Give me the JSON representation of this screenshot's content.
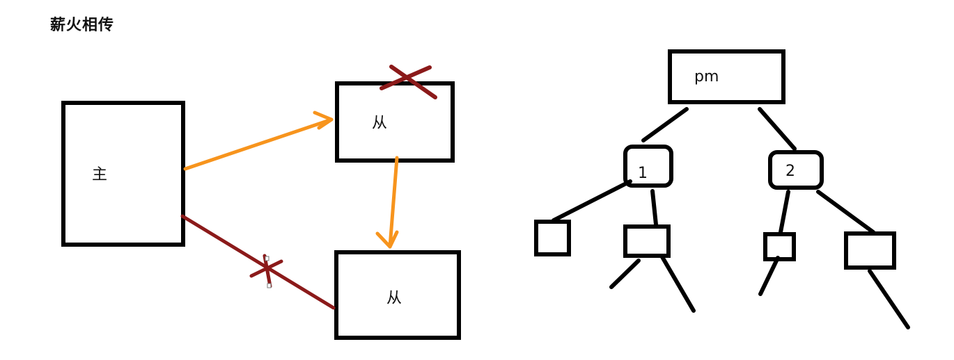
{
  "title": "薪火相传",
  "left_diagram": {
    "master_label": "主",
    "slave_top_label": "从",
    "slave_bottom_label": "从"
  },
  "right_diagram": {
    "root_label": "pm",
    "node_1_label": "1",
    "node_2_label": "2"
  },
  "colors": {
    "box_stroke": "#000000",
    "arrow_orange": "#f7941d",
    "broken_red": "#8b1a1a"
  }
}
